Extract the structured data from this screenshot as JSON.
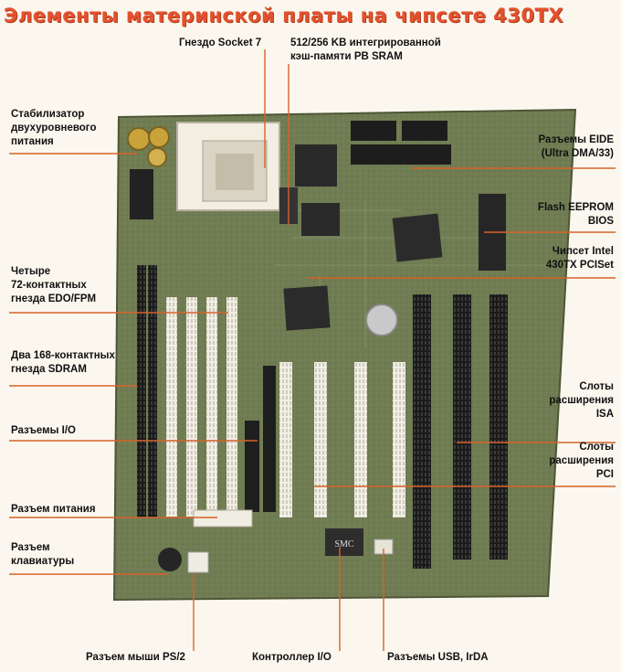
{
  "title": "Элементы материнской платы на чипсете 430TX",
  "labels": {
    "socket": [
      "Гнездо Socket 7"
    ],
    "cache": [
      "512/256 KB интегрированной",
      "кэш-памяти PB SRAM"
    ],
    "stabilizer": [
      "Стабилизатор",
      "двухуровневого",
      "питания"
    ],
    "simm": [
      "Четыре",
      "72-контактных",
      "гнезда EDO/FPM"
    ],
    "dimm": [
      "Два 168-контактных",
      "гнезда SDRAM"
    ],
    "io_ports": [
      "Разъемы I/O"
    ],
    "power": [
      "Разъем питания"
    ],
    "keyboard": [
      "Разъем",
      "клавиатуры"
    ],
    "eide": [
      "Разъемы EIDE",
      "(Ultra DMA/33)"
    ],
    "flash": [
      "Flash EEPROM",
      "BIOS"
    ],
    "chipset": [
      "Чипсет Intel",
      "430TX PCISet"
    ],
    "isa": [
      "Слоты",
      "расширения",
      "ISA"
    ],
    "pci": [
      "Слоты",
      "расширения",
      "PCI"
    ],
    "mouse": [
      "Разъем мыши PS/2"
    ],
    "io_controller": [
      "Контроллер I/O"
    ],
    "usb": [
      "Разъемы USB, IrDA"
    ]
  },
  "chip_text": {
    "smc": "SMC"
  },
  "colors": {
    "title": "#e2522e",
    "leader": "#d8622a",
    "board": "#6e7a50"
  }
}
